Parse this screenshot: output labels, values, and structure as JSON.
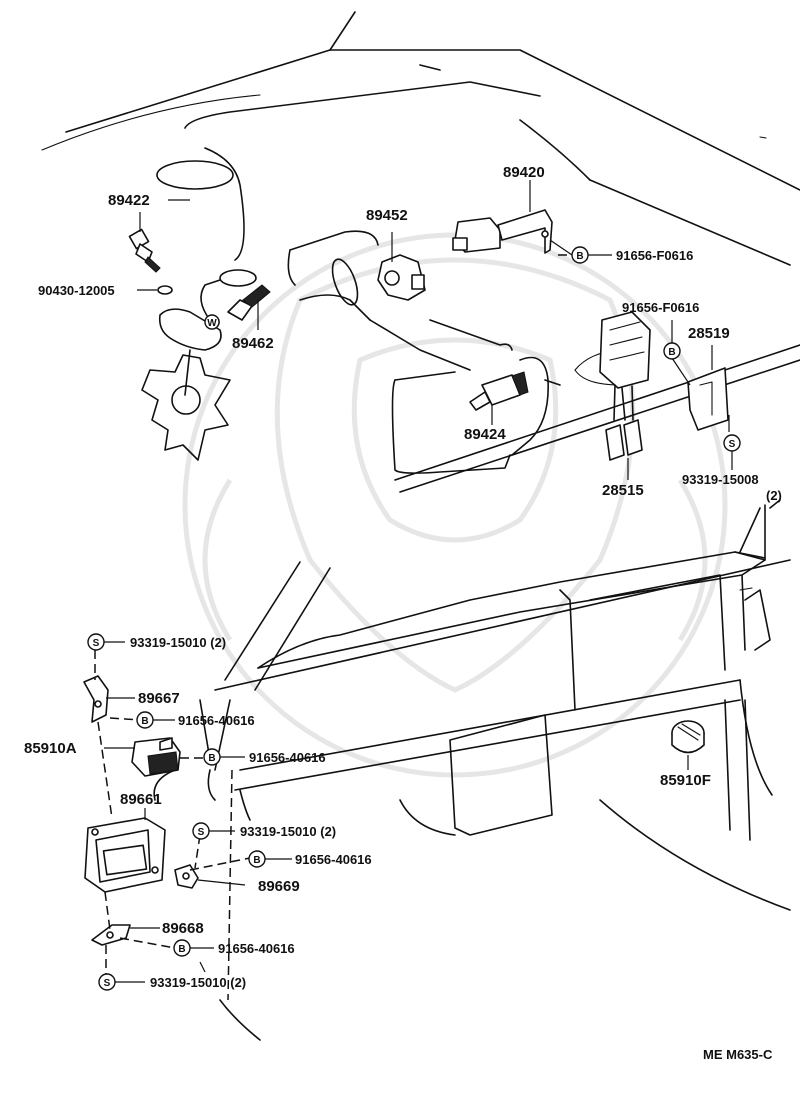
{
  "symbols": {
    "bolt": "B",
    "screw": "S",
    "washer": "W"
  },
  "labels": {
    "p89422": "89422",
    "p90430_12005": "90430-12005",
    "p89462": "89462",
    "p89452": "89452",
    "p89420": "89420",
    "p91656_f0616_a": "91656-F0616",
    "p91656_f0616_b": "91656-F0616",
    "p28519": "28519",
    "p89424": "89424",
    "p28515": "28515",
    "p93319_15008": "93319-15008",
    "p93319_15008_qty": "(2)",
    "p93319_15010_a": "93319-15010 (2)",
    "p89667": "89667",
    "p91656_40616_a": "91656-40616",
    "p85910a": "85910A",
    "p91656_40616_b": "91656-40616",
    "p89661": "89661",
    "p93319_15010_b": "93319-15010 (2)",
    "p91656_40616_c": "91656-40616",
    "p89669": "89669",
    "p89668": "89668",
    "p91656_40616_d": "91656-40616",
    "p93319_15010_c": "93319-15010 (2)",
    "p85910f": "85910F",
    "diagram_code": "ME M635-C"
  }
}
